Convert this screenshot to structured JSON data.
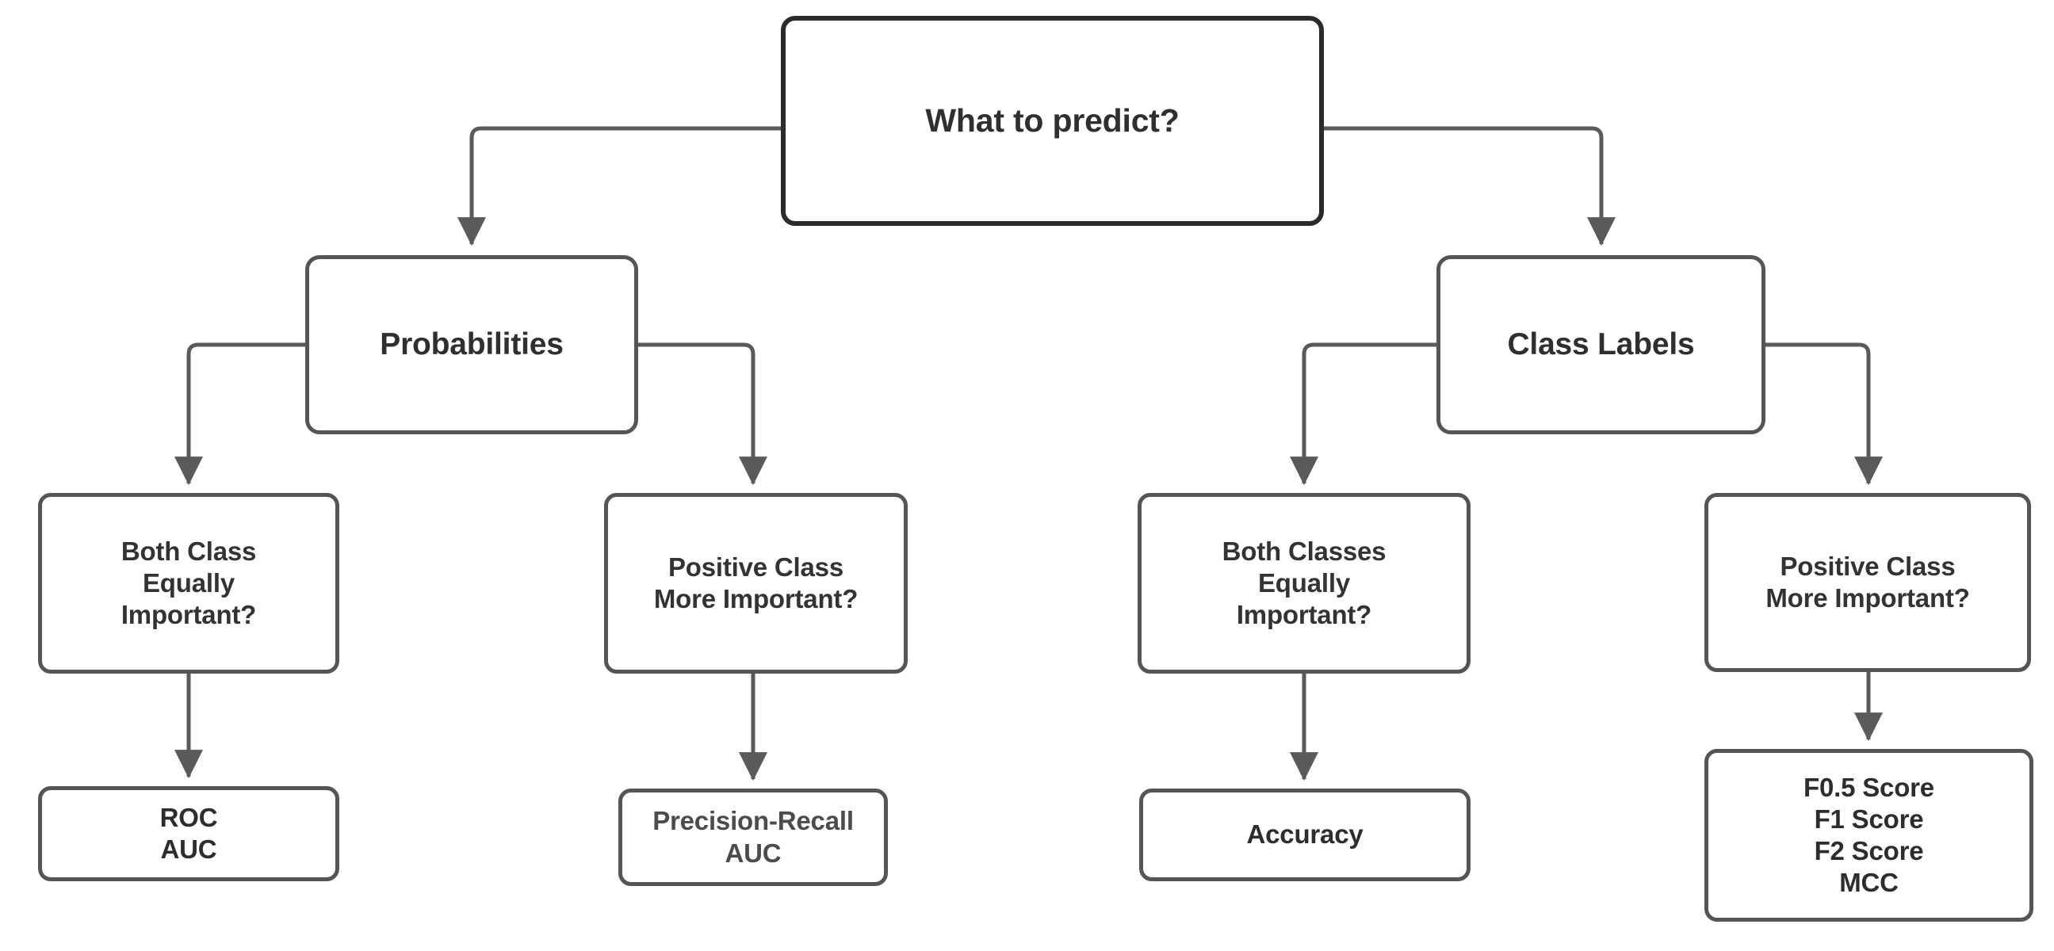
{
  "diagram": {
    "title": "What to predict?",
    "line_color": "#5a5a5a",
    "root_border_color": "#2b2b2b",
    "node_border_color": "#555555",
    "background_color": "#ffffff",
    "nodes": {
      "root": {
        "label": "What to predict?"
      },
      "probabilities": {
        "label": "Probabilities"
      },
      "class_labels": {
        "label": "Class Labels"
      },
      "both_class_equally_important": {
        "label": "Both Class\nEqually\nImportant?"
      },
      "positive_class_more_important_prob": {
        "label": "Positive Class\nMore Important?"
      },
      "both_classes_equally_important": {
        "label": "Both Classes\nEqually\nImportant?"
      },
      "positive_class_more_important_labels": {
        "label": "Positive Class\nMore Important?"
      },
      "roc_auc": {
        "label": "ROC\nAUC"
      },
      "pr_auc": {
        "label": "Precision-Recall\nAUC"
      },
      "accuracy": {
        "label": "Accuracy"
      },
      "f_scores": {
        "label": "F0.5 Score\nF1 Score\nF2 Score\nMCC"
      }
    }
  }
}
